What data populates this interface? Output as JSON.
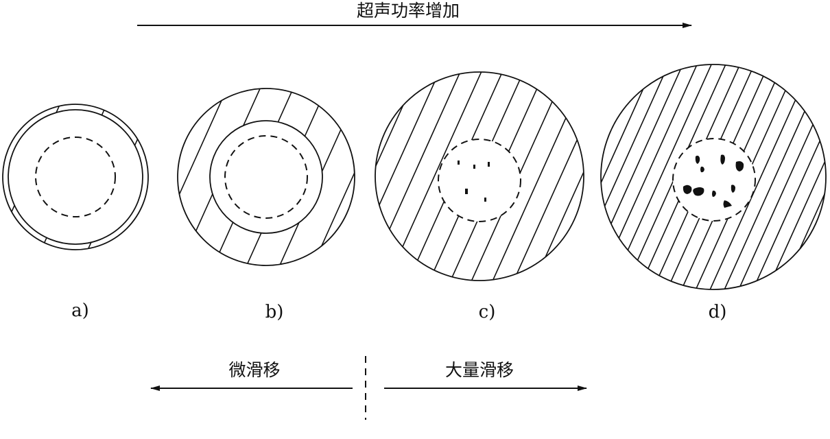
{
  "top_arrow": {
    "text": "超声功率增加"
  },
  "panels": [
    {
      "label": "a)"
    },
    {
      "label": "b)"
    },
    {
      "label": "c)"
    },
    {
      "label": "d)"
    }
  ],
  "bottom": {
    "left_text": "微滑移",
    "right_text": "大量滑移"
  },
  "colors": {
    "ink": "#111111",
    "background": "#ffffff"
  }
}
